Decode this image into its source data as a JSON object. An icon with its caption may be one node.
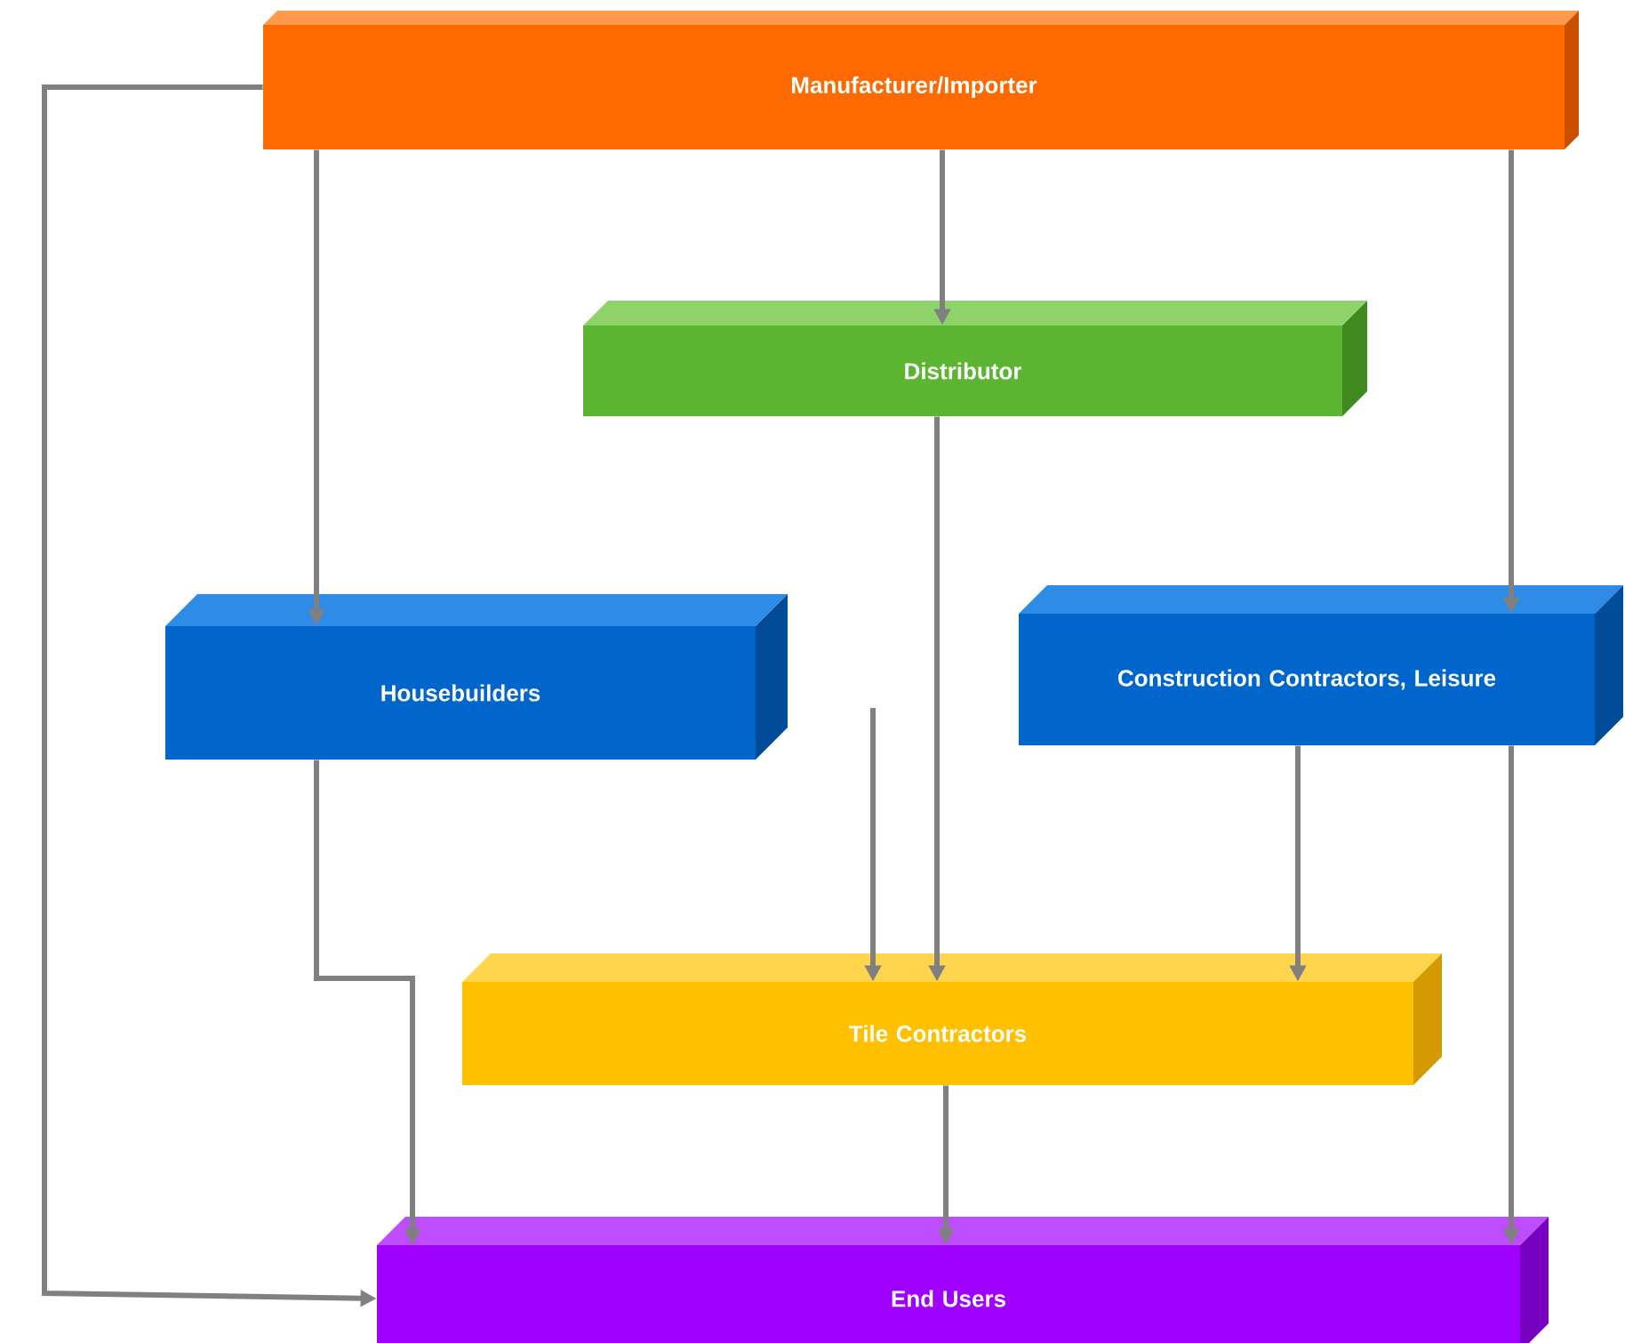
{
  "diagram": {
    "nodes": [
      {
        "text": [
          "Manufacturer/Importer"
        ]
      },
      {
        "text": [
          "Distributor"
        ]
      },
      {
        "text": [
          "Housebuilders"
        ]
      },
      {
        "text": [
          "Construction Contractors, Leisure"
        ]
      },
      {
        "text": [
          "Tile Contractors"
        ]
      },
      {
        "text": [
          "End Users"
        ]
      }
    ],
    "edges": [
      {
        "from": 0,
        "to": 5,
        "arrow": "to"
      },
      {
        "from": 0,
        "to": 2,
        "arrow": "to"
      },
      {
        "from": 0,
        "to": 1,
        "arrow": "to"
      },
      {
        "from": 0,
        "to": 3,
        "arrow": "to"
      },
      {
        "from": 1,
        "to": 4,
        "arrow": "to"
      },
      {
        "from": 2,
        "to": 5,
        "arrow": "to"
      },
      {
        "from": 3,
        "to": 4,
        "arrow": "to"
      },
      {
        "from": 3,
        "to": 5,
        "arrow": "to"
      },
      {
        "from": 4,
        "to": 5,
        "arrow": "to"
      },
      {
        "from": null,
        "to": 4,
        "arrow": "to"
      }
    ]
  }
}
